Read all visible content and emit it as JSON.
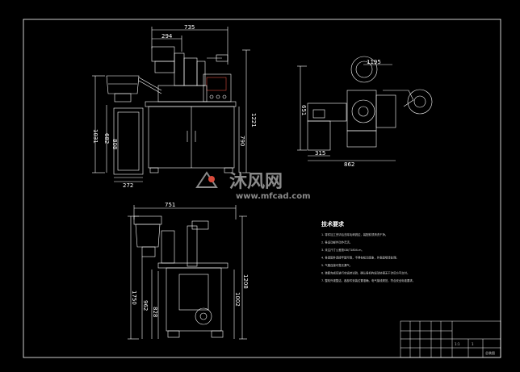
{
  "canvas": {
    "background": "#000000",
    "line_color": "#ffffff",
    "accent_color": "#d84b3c",
    "watermark_color": "#7f7f7f"
  },
  "dimensions": {
    "front": {
      "top_width": "735",
      "upper_width": "294",
      "left_height": "1031",
      "inner_height_a": "682",
      "inner_height_b": "808",
      "right_height": "1221",
      "right_lower": "790",
      "foot_width": "272"
    },
    "top": {
      "circle_width": "1195",
      "body_width": "315",
      "overall_width": "862",
      "side_height": "651"
    },
    "side": {
      "top_width": "751",
      "left_a": "1750",
      "left_b": "962",
      "inner": "828",
      "right_a": "1002",
      "right_b": "1208"
    }
  },
  "watermark": {
    "brand": "沐风网",
    "url": "www.mfcad.com"
  },
  "notes": {
    "title": "技术要求",
    "items": [
      "1. 零件加工完毕后去除毛刺锐边，装配前须清洗干净。",
      "2. 各运动部件动作灵活。",
      "3. 未注尺寸公差按GB/T1804-m。",
      "4. 各紧固件连接牢固可靠，不得有松动现象，外表面喷漆处理。",
      "5. 气路连接可靠无漏气。",
      "6. 装配完成后进行空运转试验，确认各机构运动协调无干涉后方可交付。",
      "7. 整机外观整洁，各部件安装位置准确，电气接线规范，符合安全标准要求。"
    ]
  },
  "title_block": {
    "drawing_title": "总装图",
    "scale": "1:1",
    "sheet": "1"
  }
}
